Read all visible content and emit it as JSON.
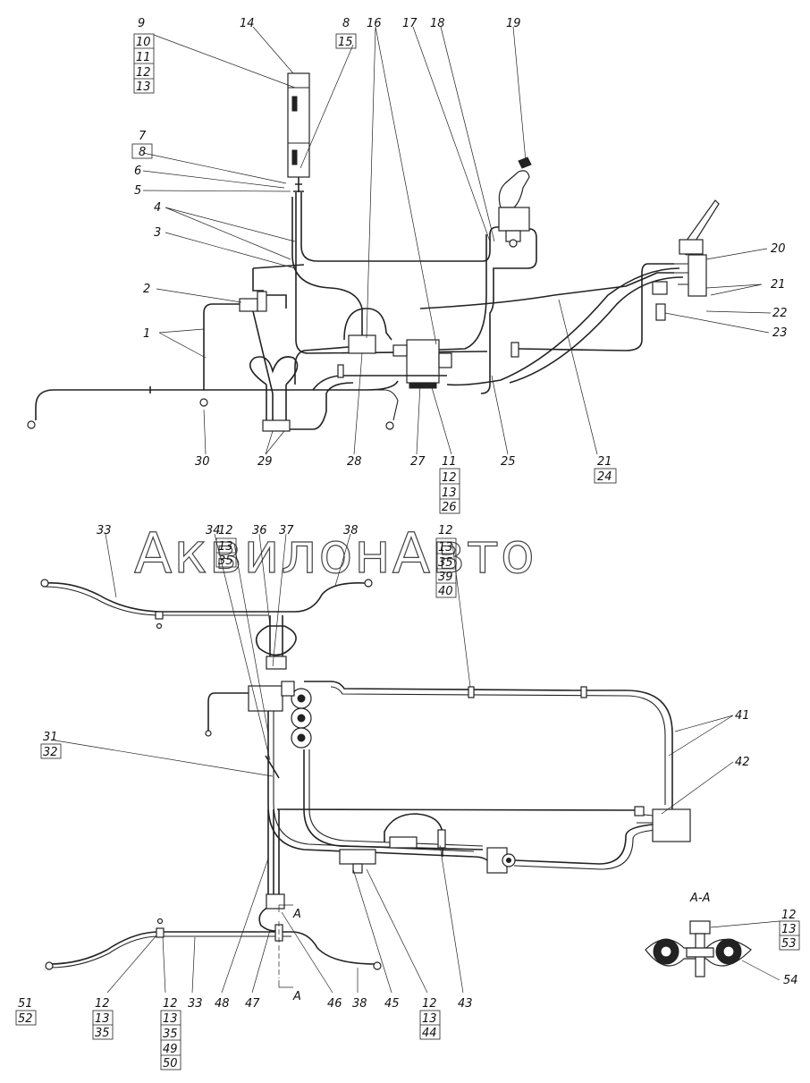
{
  "watermark": "АквилонАвто",
  "section_title": "А-А",
  "cut_marks": [
    "А",
    "А"
  ],
  "callouts_top": {
    "c9": "9",
    "c10": "10",
    "c11a": "11",
    "c12a": "12",
    "c13a": "13",
    "c14": "14",
    "c8a": "8",
    "c15": "15",
    "c16": "16",
    "c17": "17",
    "c18": "18",
    "c19": "19",
    "c7": "7",
    "c8b": "8",
    "c6": "6",
    "c5": "5",
    "c4": "4",
    "c3": "3",
    "c2": "2",
    "c1": "1",
    "c20": "20",
    "c21a": "21",
    "c22": "22",
    "c23": "23",
    "c30": "30",
    "c29": "29",
    "c28": "28",
    "c27": "27",
    "c11b": "11",
    "c12b": "12",
    "c13b": "13",
    "c26": "26",
    "c25": "25",
    "c21b": "21",
    "c24": "24"
  },
  "callouts_bottom": {
    "c33a": "33",
    "c34": "34",
    "c12c": "12",
    "c13c": "13",
    "c35a": "35",
    "c36": "36",
    "c37": "37",
    "c38a": "38",
    "c12d": "12",
    "c13d": "13",
    "c35b": "35",
    "c39": "39",
    "c40": "40",
    "c41": "41",
    "c42": "42",
    "c31": "31",
    "c32": "32",
    "c51": "51",
    "c52": "52",
    "c12e": "12",
    "c13e": "13",
    "c35c": "35",
    "c12f": "12",
    "c13f": "13",
    "c35d": "35",
    "c49": "49",
    "c50": "50",
    "c33b": "33",
    "c48": "48",
    "c47": "47",
    "c46": "46",
    "c38b": "38",
    "c45": "45",
    "c12g": "12",
    "c13g": "13",
    "c44": "44",
    "c43": "43",
    "c12h": "12",
    "c13h": "13",
    "c53": "53",
    "c54": "54"
  }
}
